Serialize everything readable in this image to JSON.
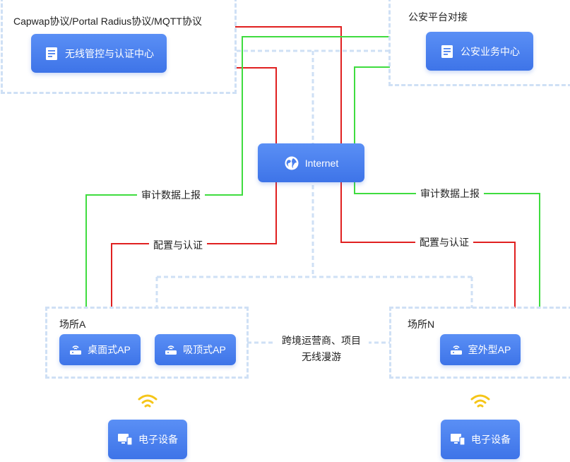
{
  "regions": {
    "top_left_label": "Capwap协议/Portal Radius协议/MQTT协议",
    "top_right_label": "公安平台对接",
    "site_a_label": "场所A",
    "site_n_label": "场所N"
  },
  "nodes": {
    "wireless_center": "无线管控与认证中心",
    "police_center": "公安业务中心",
    "internet": "Internet",
    "desktop_ap": "桌面式AP",
    "ceiling_ap": "吸顶式AP",
    "outdoor_ap": "室外型AP",
    "device_a": "电子设备",
    "device_n": "电子设备"
  },
  "line_labels": {
    "audit_left": "审计数据上报",
    "config_left": "配置与认证",
    "audit_right": "审计数据上报",
    "config_right": "配置与认证"
  },
  "roaming": {
    "line1": "跨境运营商、项目",
    "line2": "无线漫游"
  },
  "colors": {
    "red_line": "#e02020",
    "green_line": "#3fdc3f",
    "dash_border": "#cfe0f5",
    "node_blue": "#4a80ee",
    "wifi_yellow": "#f5c518"
  }
}
